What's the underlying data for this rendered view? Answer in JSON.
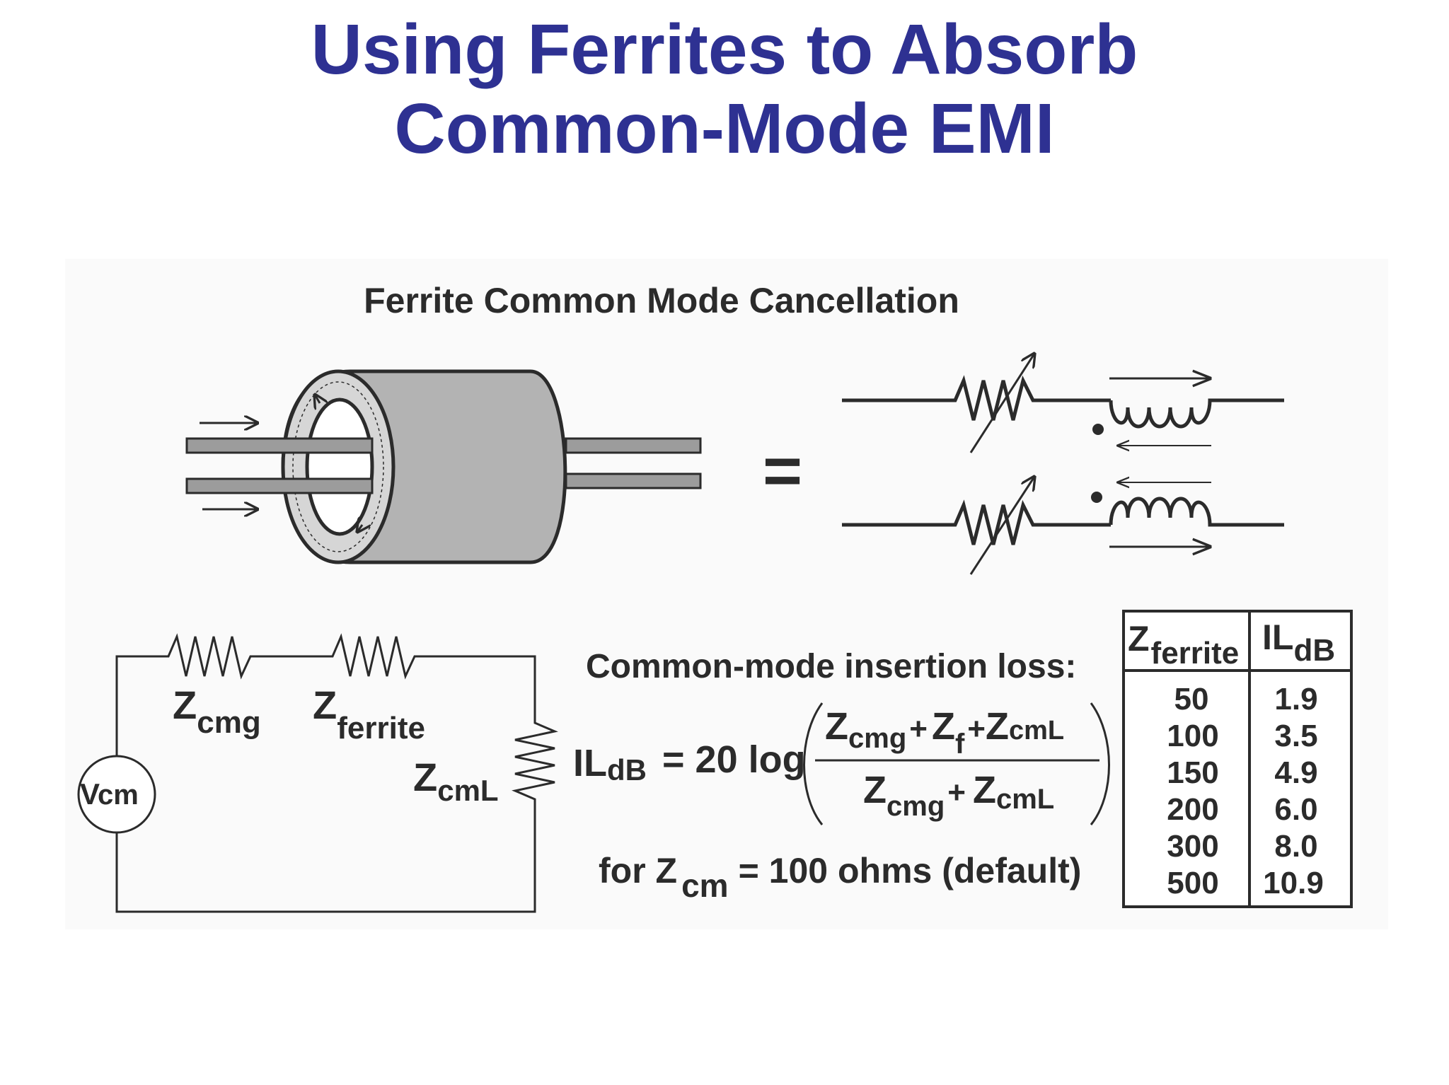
{
  "colors": {
    "title": "#2e3192",
    "ink": "#2b2b2b",
    "ferrite_body": "#b3b3b3",
    "ferrite_inner": "#d6d6d6",
    "conductor": "#9c9c9c"
  },
  "title": {
    "line1": "Using Ferrites to Absorb",
    "line2": "Common-Mode EMI"
  },
  "figure": {
    "heading": "Ferrite Common Mode Cancellation",
    "equals": "="
  },
  "circuit": {
    "source": {
      "main": "V",
      "sub": "cm"
    },
    "r1": {
      "main": "Z",
      "sub": "cmg"
    },
    "r2": {
      "main": "Z",
      "sub": "ferrite"
    },
    "r3": {
      "main": "Z",
      "sub": "cmL"
    }
  },
  "formula": {
    "heading": "Common-mode insertion loss:",
    "lhs_main": "IL",
    "lhs_sub": "dB",
    "eq": "= 20 log",
    "num": {
      "t1": "Z",
      "t1s": "cmg",
      "plus1": "+",
      "t2": "Z",
      "t2s": "f",
      "plus2": "+",
      "t3": "Z",
      "t3s": "cmL"
    },
    "den": {
      "t1": "Z",
      "t1s": "cmg",
      "plus1": "+",
      "t2": "Z",
      "t2s": "cmL"
    },
    "note_pre": "for Z",
    "note_sub": "cm",
    "note_post": "= 100 ohms (default)"
  },
  "table": {
    "headers": [
      {
        "main": "Z",
        "sub": "ferrite"
      },
      {
        "main": "IL",
        "sub": "dB"
      }
    ],
    "rows": [
      [
        "50",
        "1.9"
      ],
      [
        "100",
        "3.5"
      ],
      [
        "150",
        "4.9"
      ],
      [
        "200",
        "6.0"
      ],
      [
        "300",
        "8.0"
      ],
      [
        "500",
        "10.9"
      ]
    ]
  }
}
